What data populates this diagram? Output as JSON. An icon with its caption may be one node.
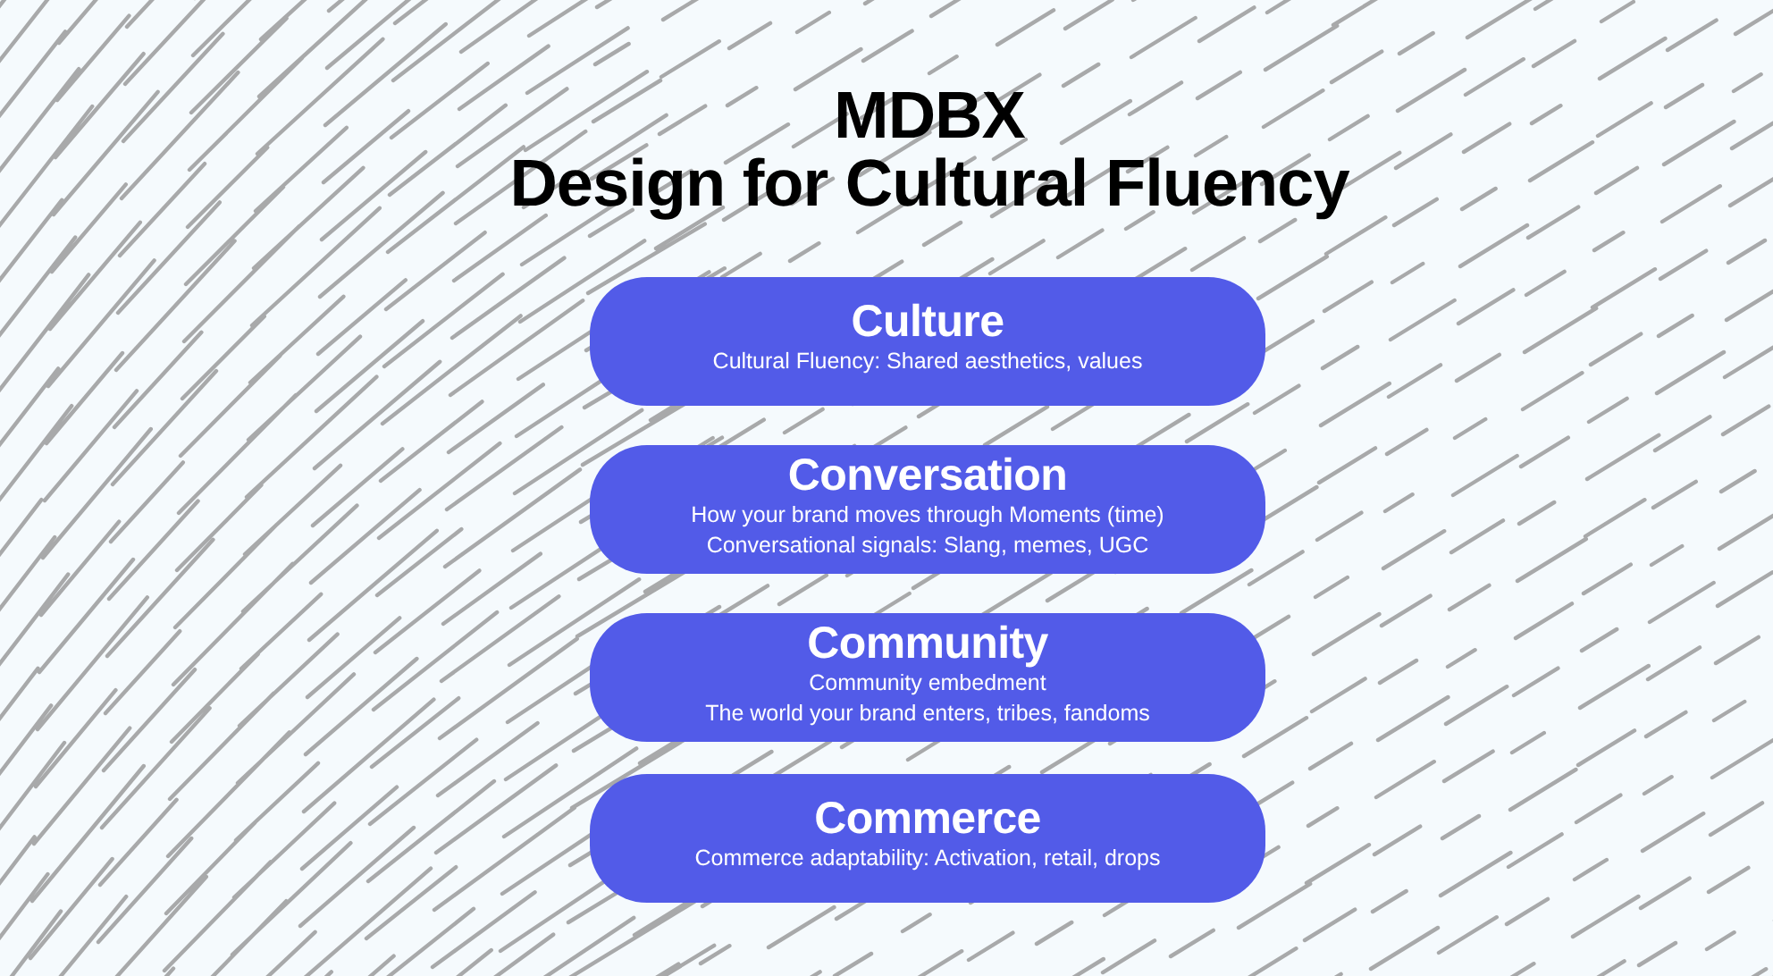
{
  "diagram": {
    "title": "MDBX Design for Cultural Fluency",
    "nodes": [
      {
        "text": [
          "Culture",
          "Cultural Fluency: Shared aesthetics, values"
        ]
      },
      {
        "text": [
          "Conversation",
          "How your brand moves through Moments (time)",
          "Conversational signals: Slang, memes, UGC"
        ]
      },
      {
        "text": [
          "Community",
          "Community embedment",
          "The world your brand enters, tribes, fandoms"
        ]
      },
      {
        "text": [
          "Commerce",
          "Commerce adaptability: Activation, retail, drops"
        ]
      }
    ]
  }
}
